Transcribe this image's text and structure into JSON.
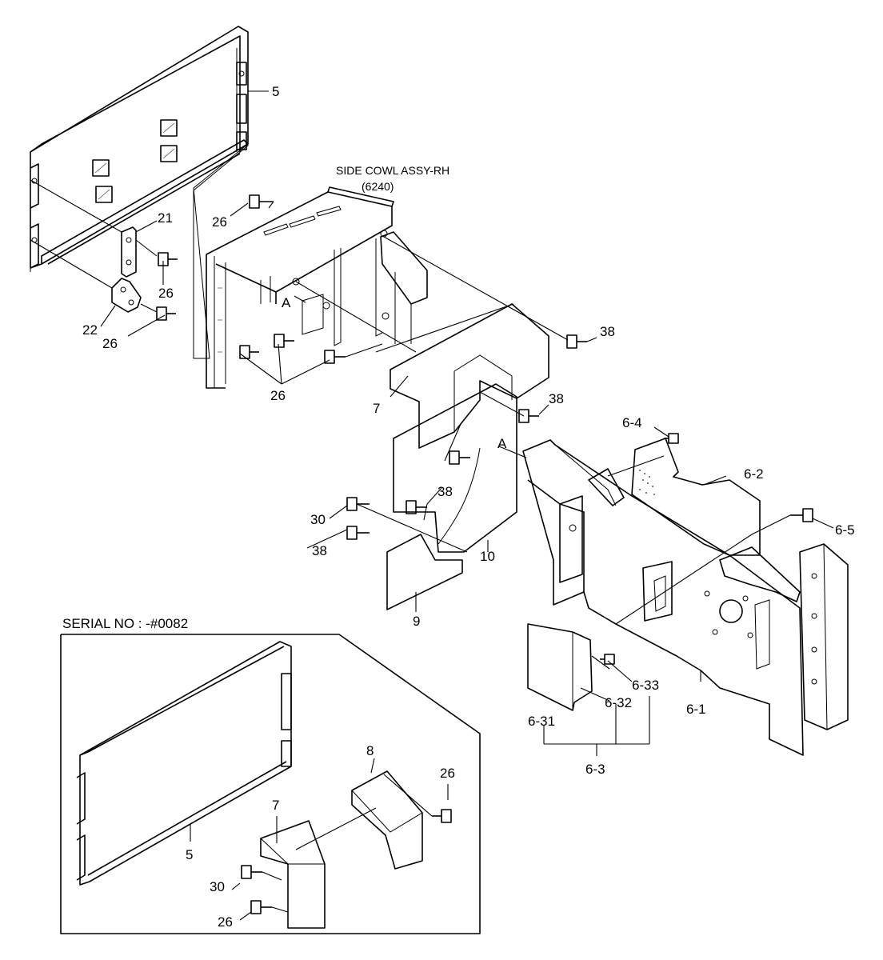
{
  "header": {
    "assembly_label": "SIDE COWL ASSY-RH",
    "assembly_code": "(6240)"
  },
  "inset": {
    "serial_label": "SERIAL NO : -#0082"
  },
  "callouts": {
    "main_5": "5",
    "main_21": "21",
    "main_22": "22",
    "main_26_a": "26",
    "main_26_b": "26",
    "main_26_c": "26",
    "main_26_d": "26",
    "main_A_upper": "A",
    "main_A_lower": "A",
    "main_38_a": "38",
    "main_38_b": "38",
    "main_38_c": "38",
    "main_38_d": "38",
    "main_7": "7",
    "main_30": "30",
    "main_10": "10",
    "main_9": "9",
    "main_6_1": "6-1",
    "main_6_2": "6-2",
    "main_6_3": "6-3",
    "main_6_4": "6-4",
    "main_6_5": "6-5",
    "main_6_31": "6-31",
    "main_6_32": "6-32",
    "main_6_33": "6-33",
    "inset_5": "5",
    "inset_7": "7",
    "inset_8": "8",
    "inset_26_a": "26",
    "inset_26_b": "26",
    "inset_30": "30"
  }
}
